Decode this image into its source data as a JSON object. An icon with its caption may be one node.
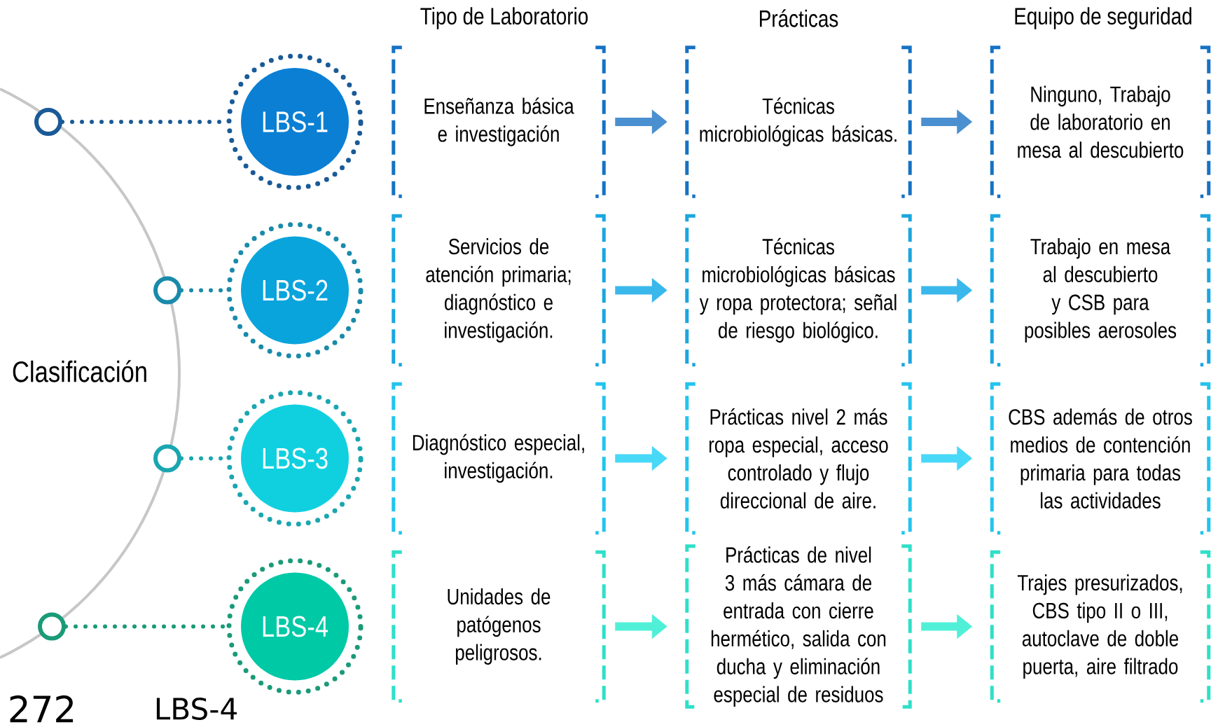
{
  "diagram": {
    "nodes": [
      {
        "text": [],
        "shape": "circle"
      },
      {
        "text": [
          "LBS-1"
        ]
      },
      {
        "text": [
          "Enseñanza básica e investigación"
        ]
      },
      {
        "text": [
          "Técnicas microbiológicas básicas."
        ]
      },
      {
        "text": [
          "Ninguno, Trabajo de laboratorio en mesa al descubierto"
        ]
      },
      {
        "text": [],
        "shape": "circle"
      },
      {
        "text": [
          "LBS-2"
        ]
      },
      {
        "text": [
          "Servicios de atención primaria; diagnóstico e investigación."
        ]
      },
      {
        "text": [
          "Técnicas microbiológicas básicas y ropa protectora; señal de riesgo biológico."
        ]
      },
      {
        "text": [
          "Trabajo en mesa al descubierto y CSB para posibles aerosoles"
        ]
      },
      {
        "text": [],
        "shape": "circle"
      },
      {
        "text": [
          "LBS-3"
        ]
      },
      {
        "text": [
          "Diagnóstico especial, investigación."
        ]
      },
      {
        "text": [
          "Prácticas nivel 2 más ropa especial, acceso controlado y flujo direccional de aire."
        ]
      },
      {
        "text": [
          "CBS además de otros medios de contención primaria para todas las actividades"
        ]
      },
      {
        "text": [],
        "shape": "circle"
      },
      {
        "text": [
          "LBS-4"
        ]
      },
      {
        "text": [
          "Unidades de patógenos peligrosos."
        ]
      },
      {
        "text": [
          "Prácticas de nivel 3 más cámara de entrada con cierre hermético, salida con ducha y eliminación especial de residuos"
        ]
      },
      {
        "text": [
          "Trajes presurizados, CBS tipo II o III, autoclave de doble puerta, aire filtrado"
        ]
      }
    ],
    "edges": [
      {
        "from": 0,
        "to": 1,
        "arrow": "none",
        "style": "dashed",
        "color": "#1a5a96"
      },
      {
        "from": 2,
        "to": 3,
        "arrow": "to",
        "color": "#4a90d0"
      },
      {
        "from": 3,
        "to": 4,
        "arrow": "to",
        "color": "#4a90d0"
      },
      {
        "from": 5,
        "to": 6,
        "arrow": "none",
        "style": "dashed",
        "color": "#1a8aaa"
      },
      {
        "from": 7,
        "to": 8,
        "arrow": "to",
        "color": "#3ab8ec"
      },
      {
        "from": 8,
        "to": 9,
        "arrow": "to",
        "color": "#3ab8ec"
      },
      {
        "from": 10,
        "to": 11,
        "arrow": "none",
        "style": "dashed",
        "color": "#1aa6b0"
      },
      {
        "from": 12,
        "to": 13,
        "arrow": "to",
        "color": "#48d8f8"
      },
      {
        "from": 13,
        "to": 14,
        "arrow": "to",
        "color": "#48d8f8"
      },
      {
        "from": 15,
        "to": 16,
        "arrow": "none",
        "style": "dashed",
        "color": "#1a9a78"
      },
      {
        "from": 17,
        "to": 18,
        "arrow": "to",
        "color": "#50f0d8"
      },
      {
        "from": 18,
        "to": 19,
        "arrow": "to",
        "color": "#50f0d8"
      }
    ],
    "labels": [
      "Tipo de Laboratorio",
      "Prácticas",
      "Equipo de seguridad",
      "Clasificación",
      "272",
      "LBS-4"
    ]
  }
}
